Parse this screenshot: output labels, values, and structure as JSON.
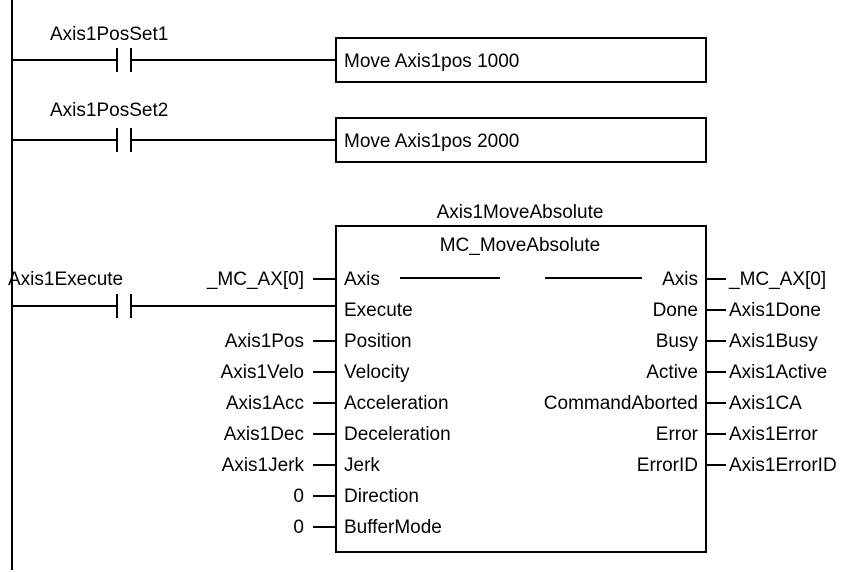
{
  "rungs": [
    {
      "contact_label": "Axis1PosSet1",
      "instruction_text": "Move Axis1pos 1000"
    },
    {
      "contact_label": "Axis1PosSet2",
      "instruction_text": "Move Axis1pos 2000"
    }
  ],
  "function_block": {
    "instance_name": "Axis1MoveAbsolute",
    "type_name": "MC_MoveAbsolute",
    "execute_contact_label": "Axis1Execute",
    "inputs": [
      {
        "param": "Axis",
        "variable": "_MC_AX[0]"
      },
      {
        "param": "Execute",
        "variable": ""
      },
      {
        "param": "Position",
        "variable": "Axis1Pos"
      },
      {
        "param": "Velocity",
        "variable": "Axis1Velo"
      },
      {
        "param": "Acceleration",
        "variable": "Axis1Acc"
      },
      {
        "param": "Deceleration",
        "variable": "Axis1Dec"
      },
      {
        "param": "Jerk",
        "variable": "Axis1Jerk"
      },
      {
        "param": "Direction",
        "variable": "0"
      },
      {
        "param": "BufferMode",
        "variable": "0"
      }
    ],
    "outputs": [
      {
        "param": "Axis",
        "variable": "_MC_AX[0]"
      },
      {
        "param": "Done",
        "variable": "Axis1Done"
      },
      {
        "param": "Busy",
        "variable": "Axis1Busy"
      },
      {
        "param": "Active",
        "variable": "Axis1Active"
      },
      {
        "param": "CommandAborted",
        "variable": "Axis1CA"
      },
      {
        "param": "Error",
        "variable": "Axis1Error"
      },
      {
        "param": "ErrorID",
        "variable": "Axis1ErrorID"
      }
    ]
  }
}
